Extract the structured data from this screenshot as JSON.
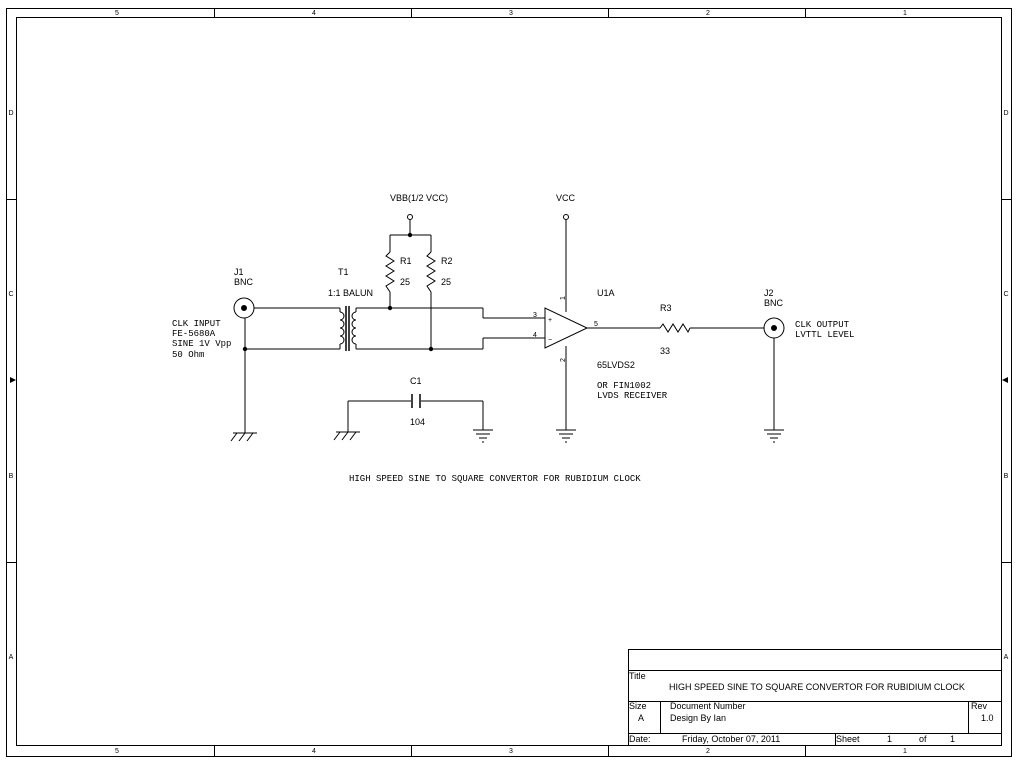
{
  "border": {
    "columns_top": [
      "5",
      "4",
      "3",
      "2",
      "1"
    ],
    "columns_bottom": [
      "5",
      "4",
      "3",
      "2",
      "1"
    ],
    "rows": [
      "D",
      "C",
      "B",
      "A"
    ]
  },
  "schematic": {
    "j1": {
      "ref": "J1",
      "type": "BNC"
    },
    "clk_input_note": [
      "CLK INPUT",
      "FE-5680A",
      "SINE 1V Vpp",
      "50 Ohm"
    ],
    "t1": {
      "ref": "T1",
      "value": "1:1 BALUN"
    },
    "vbb_label": "VBB(1/2 VCC)",
    "vcc_label": "VCC",
    "r1": {
      "ref": "R1",
      "value": "25"
    },
    "r2": {
      "ref": "R2",
      "value": "25"
    },
    "c1": {
      "ref": "C1",
      "value": "104"
    },
    "u1": {
      "ref": "U1A",
      "part": "65LVDS2",
      "alt": [
        "OR FIN1002",
        "LVDS RECEIVER"
      ],
      "pins": {
        "vcc": "1",
        "gnd": "2",
        "plus": "3",
        "minus": "4",
        "out": "5"
      },
      "plus_sign": "+",
      "minus_sign": "−"
    },
    "r3": {
      "ref": "R3",
      "value": "33"
    },
    "j2": {
      "ref": "J2",
      "type": "BNC"
    },
    "clk_output_note": [
      "CLK OUTPUT",
      "LVTTL LEVEL"
    ],
    "caption": "HIGH SPEED SINE TO SQUARE CONVERTOR FOR RUBIDIUM CLOCK"
  },
  "title_block": {
    "title_label": "Title",
    "title": "HIGH SPEED SINE TO SQUARE CONVERTOR FOR RUBIDIUM CLOCK",
    "size_label": "Size",
    "size": "A",
    "doc_number_label": "Document Number",
    "doc_number": "Design By Ian",
    "rev_label": "Rev",
    "rev": "1.0",
    "date_label": "Date:",
    "date": "Friday, October 07, 2011",
    "sheet_label": "Sheet",
    "sheet_num": "1",
    "of_label": "of",
    "sheet_total": "1"
  }
}
